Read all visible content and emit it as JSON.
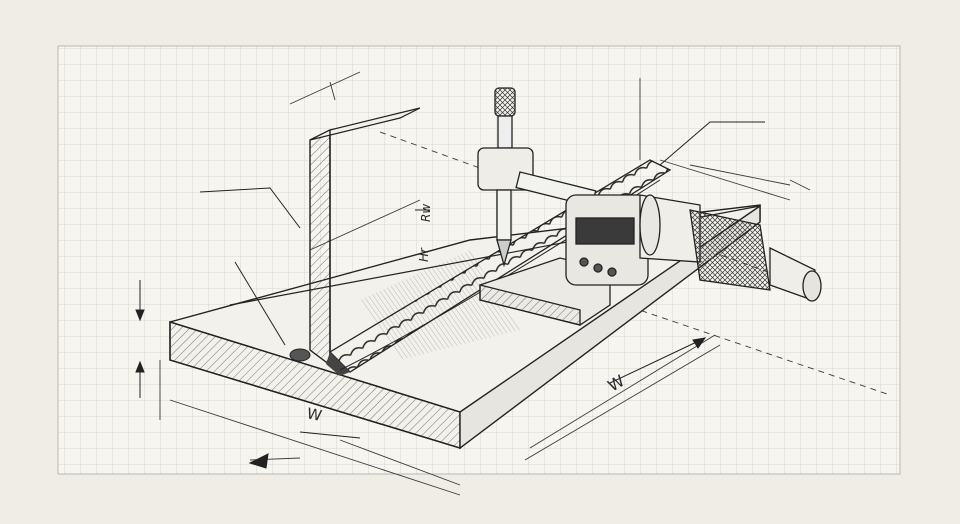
{
  "diagram": {
    "labels": {
      "weld_width_front": "W",
      "weld_length": "W",
      "reinforcement_height": "Hr",
      "weld_radius": "Rw"
    },
    "colors": {
      "paper": "#efede6",
      "grid_fill": "#f6f5f0",
      "grid_line": "#c9c8c0",
      "ink": "#2a2a2a"
    }
  }
}
